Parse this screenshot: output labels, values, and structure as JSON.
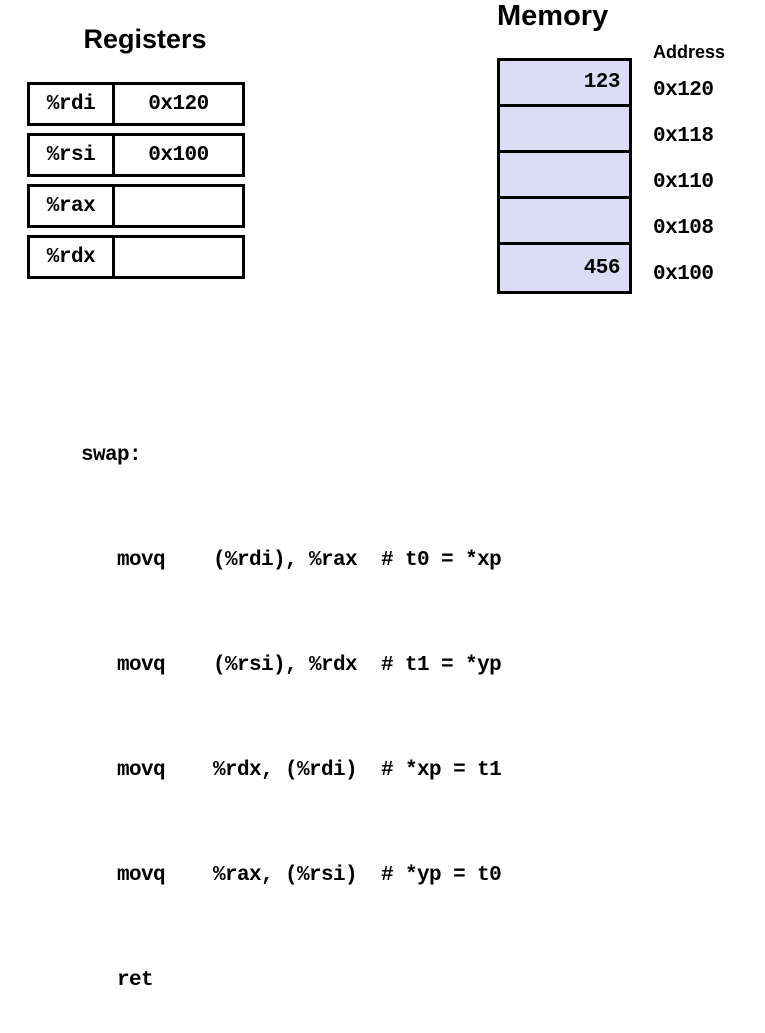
{
  "registers": {
    "title": "Registers",
    "rows": [
      {
        "name": "%rdi",
        "value": "0x120"
      },
      {
        "name": "%rsi",
        "value": "0x100"
      },
      {
        "name": "%rax",
        "value": ""
      },
      {
        "name": "%rdx",
        "value": ""
      }
    ]
  },
  "memory": {
    "title": "Memory",
    "address_header": "Address",
    "cell_color": "#dcdcf5",
    "cells": [
      {
        "value": "123",
        "address": "0x120"
      },
      {
        "value": "",
        "address": "0x118"
      },
      {
        "value": "",
        "address": "0x110"
      },
      {
        "value": "",
        "address": "0x108"
      },
      {
        "value": "456",
        "address": "0x100"
      }
    ]
  },
  "code": {
    "lines": [
      "swap:",
      "   movq    (%rdi), %rax  # t0 = *xp",
      "   movq    (%rsi), %rdx  # t1 = *yp",
      "   movq    %rdx, (%rdi)  # *xp = t1",
      "   movq    %rax, (%rsi)  # *yp = t0",
      "   ret"
    ]
  }
}
